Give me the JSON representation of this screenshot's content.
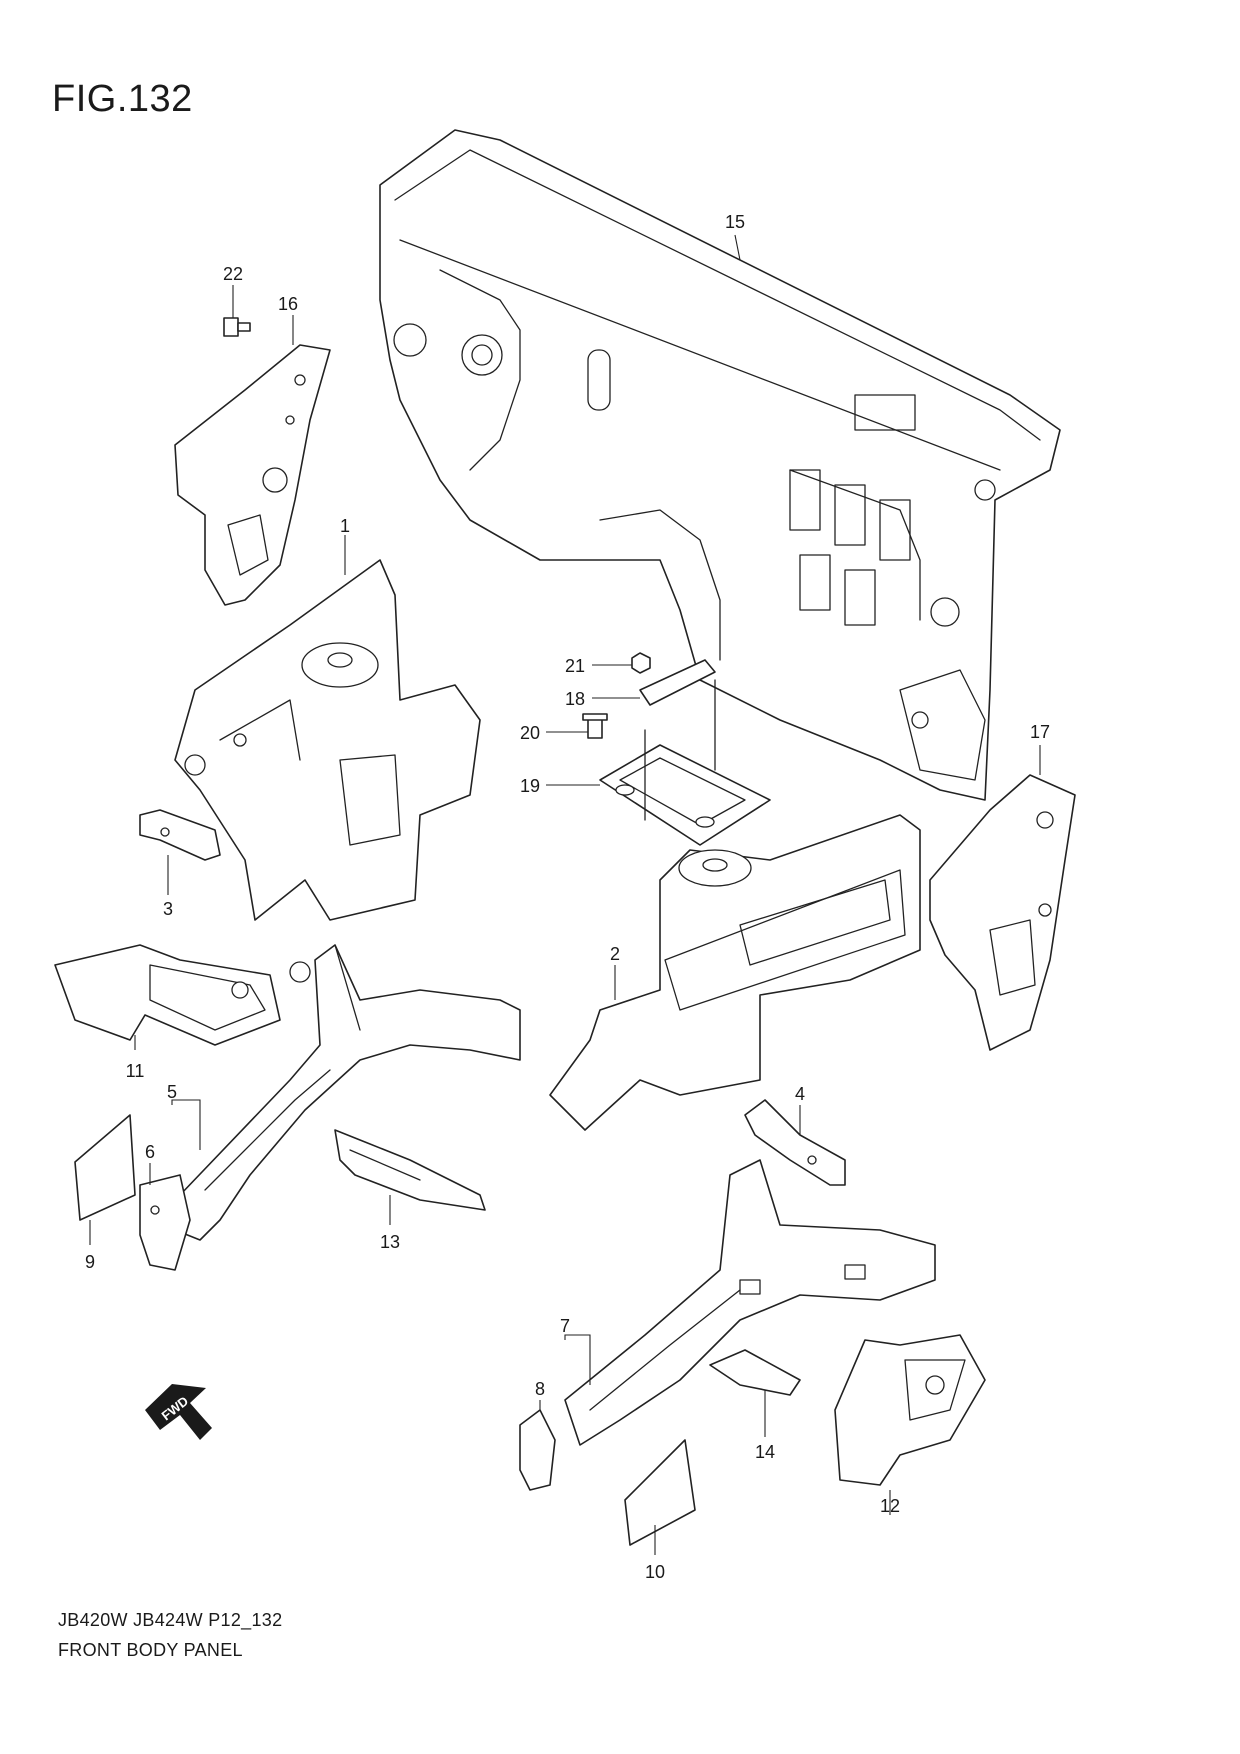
{
  "figure": {
    "title": "FIG.132"
  },
  "footer": {
    "model_code": "JB420W JB424W P12_132",
    "description": "FRONT BODY PANEL"
  },
  "direction_label": "FWD",
  "callouts": [
    "1",
    "2",
    "3",
    "4",
    "5",
    "6",
    "7",
    "8",
    "9",
    "10",
    "11",
    "12",
    "13",
    "14",
    "15",
    "16",
    "17",
    "18",
    "19",
    "20",
    "21",
    "22"
  ]
}
